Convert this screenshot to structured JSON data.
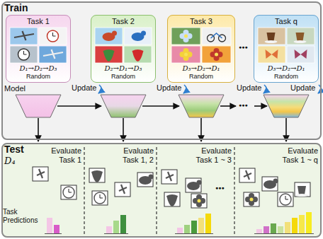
{
  "diagram": {
    "nodes": [
      {
        "text": [
          "Train"
        ]
      },
      {
        "text": [
          "Task 1",
          "D₁→D₂→D₃",
          "Random"
        ],
        "in": 0
      },
      {
        "text": [
          "Task 2",
          "D₂→D₁→D₃",
          "Random"
        ],
        "in": 0
      },
      {
        "text": [
          "Task 3",
          "D₃→D₂→D₁",
          "Random"
        ],
        "in": 0
      },
      {
        "text": [
          "Task q",
          "D₃→D₂→D₁",
          "Random"
        ],
        "in": 0
      },
      {
        "text": [
          "Test"
        ]
      },
      {
        "text": [
          "Evaluate Task 1"
        ],
        "in": 5
      },
      {
        "text": [
          "Evaluate Task 1, 2"
        ],
        "in": 5
      },
      {
        "text": [
          "Evaluate Task 1 ~ 3"
        ],
        "in": 5
      },
      {
        "text": [
          "Evaluate Task 1 ~ q"
        ],
        "in": 5
      }
    ],
    "labels": [
      "Update",
      "Update",
      "Update",
      "Update",
      "Model",
      "●●●",
      "●●●",
      "●●●",
      "D₄",
      "Task Predictions"
    ]
  }
}
